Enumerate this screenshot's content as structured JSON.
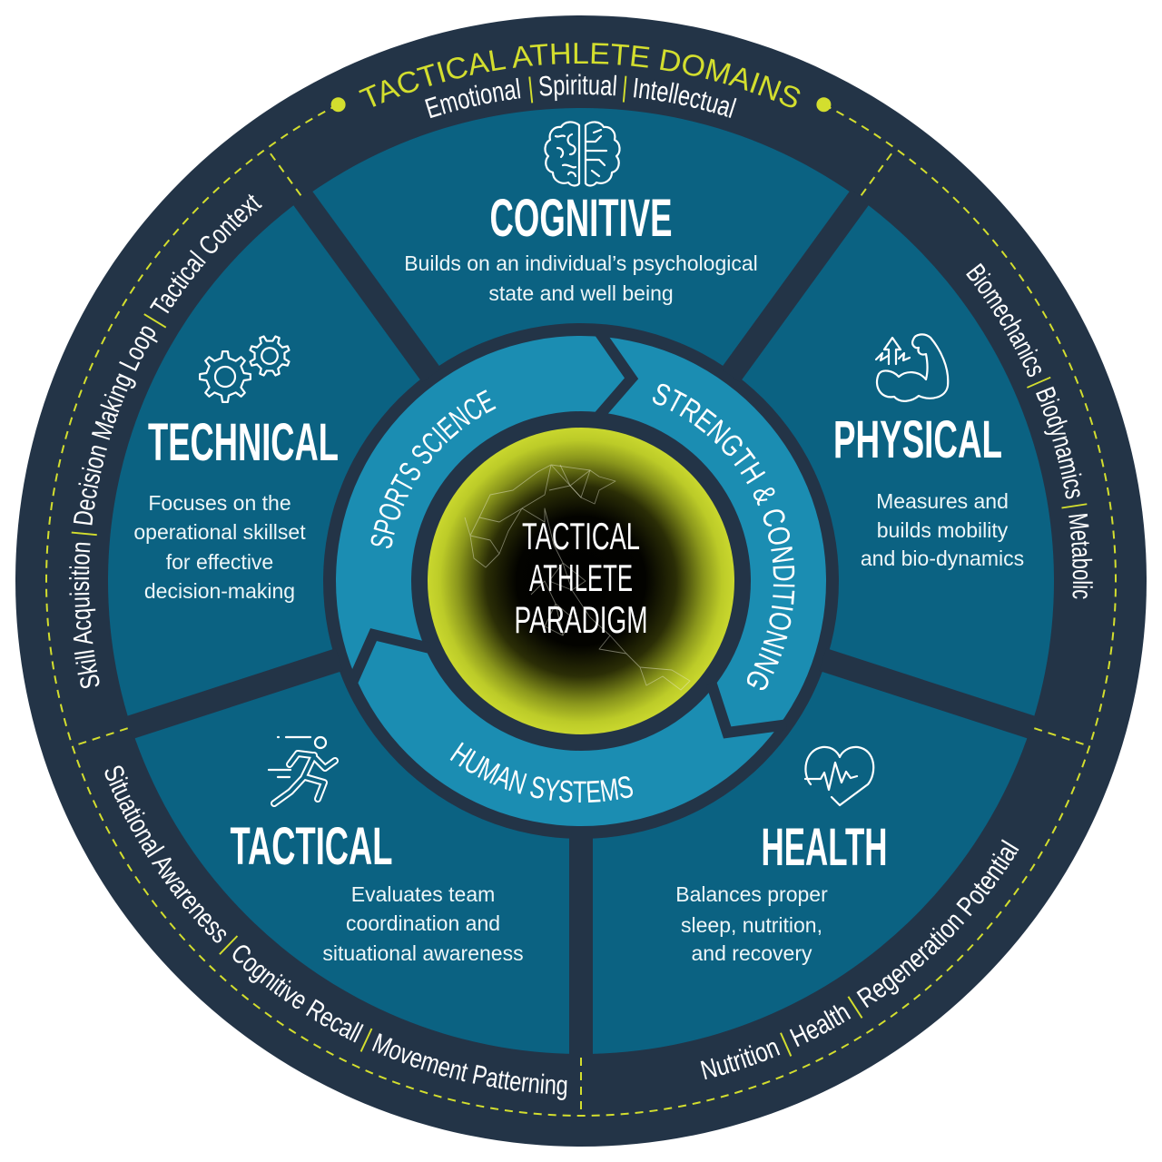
{
  "colors": {
    "navy": "#233447",
    "teal": "#0b6282",
    "cyan": "#1b8db2",
    "accent_yellow": "#d3de2e",
    "text_white": "#ffffff"
  },
  "header": {
    "title": "TACTICAL ATHLETE DOMAINS",
    "subtitle_items": [
      "Emotional",
      "Spiritual",
      "Intellectual"
    ]
  },
  "separator": "|",
  "sectors": {
    "cognitive": {
      "icon": "brain-icon",
      "heading": "COGNITIVE",
      "description": [
        "Builds on an individual’s psychological",
        "state and well being"
      ]
    },
    "technical": {
      "icon": "gears-icon",
      "heading": "TECHNICAL",
      "description": [
        "Focuses on the",
        "operational skillset",
        "for effective",
        "decision-making"
      ]
    },
    "physical": {
      "icon": "flexed-arm-icon",
      "heading": "PHYSICAL",
      "description": [
        "Measures and",
        "builds mobility",
        "and bio-dynamics"
      ]
    },
    "tactical": {
      "icon": "runner-icon",
      "heading": "TACTICAL",
      "description": [
        "Evaluates team",
        "coordination and",
        "situational awareness"
      ]
    },
    "health": {
      "icon": "heart-pulse-icon",
      "heading": "HEALTH",
      "description": [
        "Balances proper",
        "sleep, nutrition,",
        "and recovery"
      ]
    }
  },
  "outer_ring": {
    "technical": [
      "Skill Acquisition",
      "Decision Making Loop",
      "Tactical Context"
    ],
    "physical": [
      "Biomechanics",
      "Biodynamics",
      "Metabolic"
    ],
    "tactical": [
      "Situational Awareness",
      "Cognitive Recall",
      "Movement Patterning"
    ],
    "health": [
      "Nutrition",
      "Health",
      "Regeneration Potential"
    ]
  },
  "inner_ring": {
    "sports_science": "SPORTS SCIENCE",
    "strength_conditioning": "STRENGTH & CONDITIONING",
    "human_systems": "HUMAN SYSTEMS"
  },
  "center": {
    "lines": [
      "TACTICAL",
      "ATHLETE",
      "PARADIGM"
    ]
  }
}
